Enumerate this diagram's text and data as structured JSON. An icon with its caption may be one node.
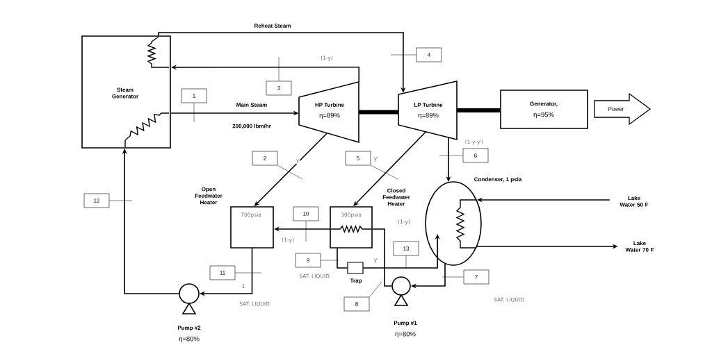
{
  "diagram": {
    "nodes": [
      {
        "text": [
          "Steam Generator"
        ]
      },
      {
        "text": [
          "HP Turbine",
          "η=89%"
        ]
      },
      {
        "text": [
          "LP Turbine",
          "η=89%"
        ]
      },
      {
        "text": [
          "Generator,",
          "η=95%"
        ]
      },
      {
        "text": [
          "Power"
        ]
      },
      {
        "text": [
          "Open Feedwater Heater",
          "700psia"
        ]
      },
      {
        "text": [
          "Closed Feedwater Heater",
          "300psia"
        ]
      },
      {
        "text": [
          "Trap"
        ]
      },
      {
        "text": [
          "Condenser, 1 psia"
        ]
      },
      {
        "text": [
          "Pump #1",
          "η=80%"
        ]
      },
      {
        "text": [
          "Pump #2",
          "η=80%"
        ]
      },
      {
        "text": [
          "Lake Water 50 F"
        ]
      },
      {
        "text": [
          "Lake Water 70 F"
        ]
      },
      {
        "text": [
          "1"
        ]
      },
      {
        "text": [
          "2"
        ]
      },
      {
        "text": [
          "3"
        ]
      },
      {
        "text": [
          "4"
        ]
      },
      {
        "text": [
          "5"
        ]
      },
      {
        "text": [
          "6"
        ]
      },
      {
        "text": [
          "7"
        ]
      },
      {
        "text": [
          "8"
        ]
      },
      {
        "text": [
          "9"
        ]
      },
      {
        "text": [
          "10"
        ]
      },
      {
        "text": [
          "11"
        ]
      },
      {
        "text": [
          "12"
        ]
      },
      {
        "text": [
          "13"
        ]
      }
    ],
    "edges": [
      {
        "from": 0,
        "to": 1,
        "arrow": "to",
        "label": "Main Steam"
      },
      {
        "from": 1,
        "to": 0,
        "arrow": "to",
        "label": "(1-y)"
      },
      {
        "from": 0,
        "to": 2,
        "arrow": "to",
        "label": "Reheat Steam"
      },
      {
        "from": 1,
        "to": 5,
        "arrow": "to",
        "label": "y"
      },
      {
        "from": 2,
        "to": 6,
        "arrow": "to",
        "label": "y'"
      },
      {
        "from": 2,
        "to": 8,
        "arrow": "to",
        "label": "(1-y-y')"
      },
      {
        "from": 1,
        "to": 2,
        "arrow": "none",
        "style": "thick"
      },
      {
        "from": 2,
        "to": 3,
        "arrow": "none",
        "style": "thick"
      },
      {
        "from": 11,
        "to": 8,
        "arrow": "to"
      },
      {
        "from": 8,
        "to": 12,
        "arrow": "to"
      },
      {
        "from": 8,
        "to": 9,
        "arrow": "to"
      },
      {
        "from": 9,
        "to": 6,
        "arrow": "none",
        "label": "(1-y)"
      },
      {
        "from": 6,
        "to": 5,
        "arrow": "to",
        "label": "(1-y)"
      },
      {
        "from": 6,
        "to": 7,
        "arrow": "none"
      },
      {
        "from": 7,
        "to": 8,
        "arrow": "to",
        "label": "y'"
      },
      {
        "from": 5,
        "to": 10,
        "arrow": "to",
        "label": "1"
      },
      {
        "from": 10,
        "to": 0,
        "arrow": "to"
      },
      {
        "from": 13,
        "to": null,
        "arrow": "none"
      },
      {
        "from": 14,
        "to": null,
        "arrow": "none"
      },
      {
        "from": 15,
        "to": null,
        "arrow": "none"
      },
      {
        "from": 16,
        "to": null,
        "arrow": "none"
      },
      {
        "from": 17,
        "to": null,
        "arrow": "none"
      },
      {
        "from": 18,
        "to": null,
        "arrow": "none"
      },
      {
        "from": 19,
        "to": null,
        "arrow": "none"
      },
      {
        "from": 20,
        "to": null,
        "arrow": "none"
      },
      {
        "from": 21,
        "to": null,
        "arrow": "none"
      },
      {
        "from": 22,
        "to": null,
        "arrow": "none"
      },
      {
        "from": 23,
        "to": null,
        "arrow": "none"
      },
      {
        "from": 24,
        "to": null,
        "arrow": "none"
      },
      {
        "from": 25,
        "to": null,
        "arrow": "none"
      }
    ],
    "labels": [
      "200,000 lbm/hr",
      "SAT. LIQUID",
      "SAT. LIQUID",
      "SAT. LIQUID"
    ]
  }
}
